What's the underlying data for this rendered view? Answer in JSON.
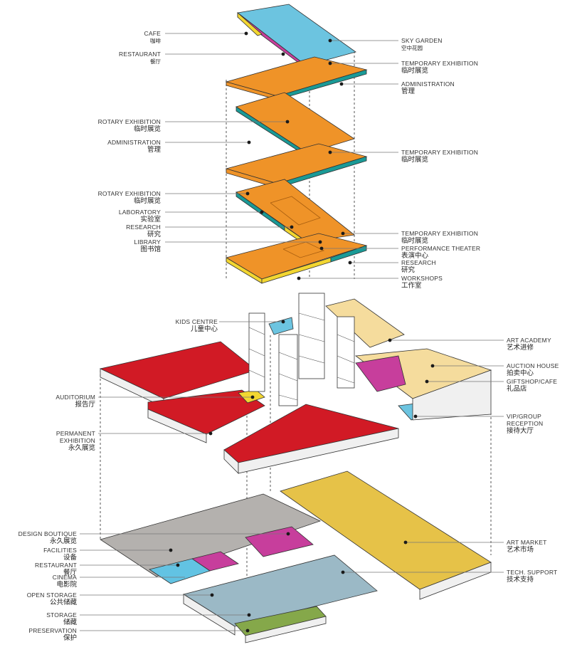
{
  "colors": {
    "orange": "#ef9328",
    "blue": "#6cc4e0",
    "teal": "#1a9a96",
    "yellow": "#f2d631",
    "magenta": "#c73e9c",
    "red": "#d11a25",
    "sand": "#f5dc9d",
    "grey": "#b4b1ae",
    "gold": "#e6c248",
    "slate": "#9bb9c6",
    "green": "#85a84a",
    "lightblue": "#62c3e3"
  },
  "labels_left": {
    "cafe": {
      "en": "CAFE",
      "zh": "咖啡"
    },
    "restaurant_top": {
      "en": "RESTAURANT",
      "zh": "餐厅"
    },
    "rotary_1": {
      "en": "ROTARY EXHIBITION",
      "zh": "临时展览"
    },
    "admin_left": {
      "en": "ADMINISTRATION",
      "zh": "管理"
    },
    "rotary_2": {
      "en": "ROTARY EXHIBITION",
      "zh": "临时展览"
    },
    "laboratory": {
      "en": "LABORATORY",
      "zh": "实验室"
    },
    "research_left": {
      "en": "RESEARCH",
      "zh": "研究"
    },
    "library": {
      "en": "LIBRARY",
      "zh": "图书馆"
    },
    "kids": {
      "en": "KIDS CENTRE",
      "zh": "儿童中心"
    },
    "auditorium": {
      "en": "AUDITORIUM",
      "zh": "报告厅"
    },
    "permanent": {
      "en": "PERMANENT",
      "en2": "EXHIBITION",
      "zh": "永久展览"
    },
    "design": {
      "en": "DESIGN BOUTIQUE",
      "zh": "永久展览"
    },
    "facilities": {
      "en": "FACILITIES",
      "zh": "设备"
    },
    "restaurant_bot": {
      "en": "RESTAURANT",
      "zh": "餐厅"
    },
    "cinema": {
      "en": "CINEMA",
      "zh": "电影院"
    },
    "open_storage": {
      "en": "OPEN STORAGE",
      "zh": "公共储藏"
    },
    "storage": {
      "en": "STORAGE",
      "zh": "储藏"
    },
    "preservation": {
      "en": "PRESERVATION",
      "zh": "保护"
    }
  },
  "labels_right": {
    "sky_garden": {
      "en": "SKY GARDEN",
      "zh": "空中花园"
    },
    "temp_1": {
      "en": "TEMPORARY EXHIBITION",
      "zh": "临时展览"
    },
    "admin_right": {
      "en": "ADMINISTRATION",
      "zh": "管理"
    },
    "temp_2": {
      "en": "TEMPORARY EXHIBITION",
      "zh": "临时展览"
    },
    "temp_3": {
      "en": "TEMPORARY EXHIBITION",
      "zh": "临时展览"
    },
    "performance": {
      "en": "PERFORMANCE THEATER",
      "zh": "表演中心"
    },
    "research_right": {
      "en": "RESEARCH",
      "zh": "研究"
    },
    "workshops": {
      "en": "WORKSHOPS",
      "zh": "工作室"
    },
    "art_academy": {
      "en": "ART ACADEMY",
      "zh": "艺术进修"
    },
    "auction": {
      "en": "AUCTION HOUSE",
      "zh": "拍卖中心"
    },
    "giftshop": {
      "en": "GIFTSHOP/CAFE",
      "zh": "礼品店"
    },
    "vip": {
      "en": "VIP/GROUP",
      "en2": "RECEPTION",
      "zh": "接待大厅"
    },
    "art_market": {
      "en": "ART MARKET",
      "zh": "艺术市场"
    },
    "tech": {
      "en": "TECH. SUPPORT",
      "zh": "技术支持"
    }
  }
}
